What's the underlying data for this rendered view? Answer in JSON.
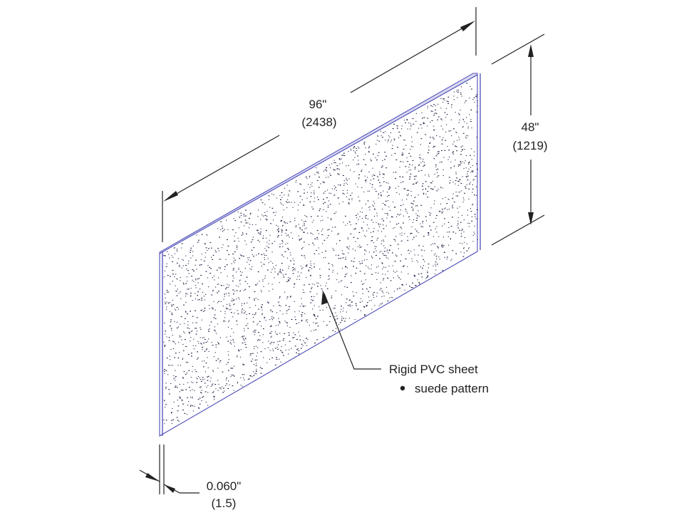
{
  "dimensions": {
    "length": {
      "imperial": "96\"",
      "metric": "(2438)"
    },
    "height": {
      "imperial": "48\"",
      "metric": "(1219)"
    },
    "thickness": {
      "imperial": "0.060\"",
      "metric": "(1.5)"
    }
  },
  "callout": {
    "title": "Rigid PVC sheet",
    "bullet_text": "suede pattern"
  },
  "colors": {
    "sheet_edge": "#4a4ab8",
    "speckle": "#1a1a40",
    "line": "#222222"
  }
}
